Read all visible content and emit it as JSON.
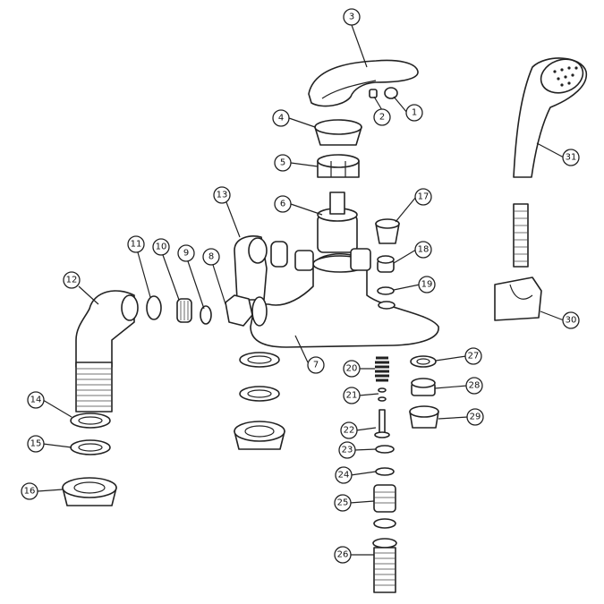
{
  "diagram": {
    "title": "Bath shower mixer exploded view",
    "part_numbers": [
      "1",
      "2",
      "3",
      "4",
      "5",
      "6",
      "7",
      "8",
      "9",
      "10",
      "11",
      "12",
      "13",
      "14",
      "15",
      "16",
      "17",
      "18",
      "19",
      "20",
      "21",
      "22",
      "23",
      "24",
      "25",
      "26",
      "27",
      "28",
      "29",
      "30",
      "31"
    ]
  }
}
